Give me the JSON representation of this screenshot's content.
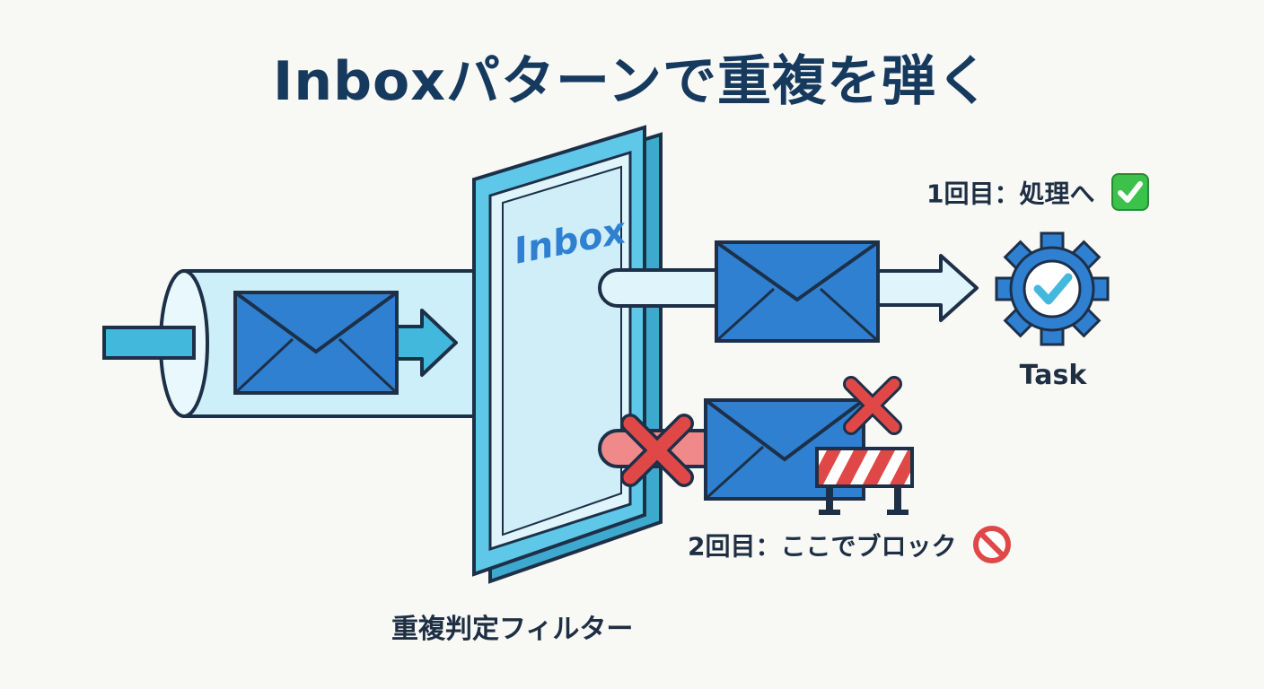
{
  "title": "Inboxパターンで重複を弾く",
  "inbox_label": "Inbox",
  "task_label": "Task",
  "first_time_text": "1回目：処理へ",
  "second_time_text": "2回目：ここでブロック",
  "filter_caption": "重複判定フィルター",
  "icons": {
    "first_status": "check-mark-icon",
    "second_status": "prohibited-icon",
    "task": "gear-check-icon"
  },
  "colors": {
    "title": "#163a5e",
    "cyan": "#42b8dc",
    "envelope": "#2f80d1",
    "outline": "#1d3048",
    "tube": "#cdeff9",
    "block_red": "#e04848",
    "ok_green": "#3cc24a"
  }
}
